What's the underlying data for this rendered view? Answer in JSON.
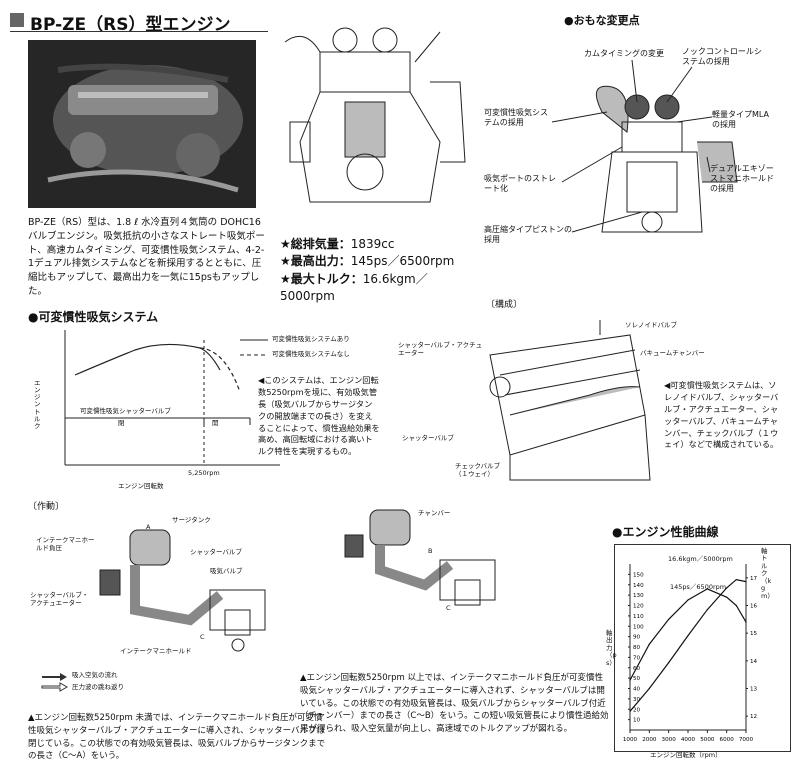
{
  "header": {
    "title": "BP-ZE（RS）型エンジン"
  },
  "intro": {
    "text": "BP-ZE（RS）型は、1.8 ℓ 水冷直列４気筒の DOHC16バルブエンジン。吸気抵抗の小さなストレート吸気ポート、高速カムタイミング、可変慣性吸気システム、4-2-1デュアル排気システムなどを新採用するとともに、圧縮比もアップして、最高出力を一気に15psもアップした。"
  },
  "specs": [
    {
      "label": "★総排気量：",
      "value": "1839cc"
    },
    {
      "label": "★最高出力：",
      "value": "145ps／6500rpm"
    },
    {
      "label": "★最大トルク：",
      "value": "16.6kgm／5000rpm"
    }
  ],
  "changes": {
    "title": "●おもな変更点",
    "labels": [
      "カムタイミングの変更",
      "ノックコントロールシステムの採用",
      "可変慣性吸気システムの採用",
      "軽量タイプMLAの採用",
      "吸気ポートのストレート化",
      "デュアルエキゾーストマニホールドの採用",
      "高圧縮タイプピストンの採用"
    ]
  },
  "vis": {
    "title": "●可変慣性吸気システム",
    "legend_on": "可変慣性吸気システムあり",
    "legend_off": "可変慣性吸気システムなし",
    "ylabel": "エンジントルク",
    "valve_label": "可変慣性吸気シャッターバルブ",
    "state1": "閉",
    "state2": "開",
    "rpm": "5,250rpm",
    "xlabel": "エンジン回転数",
    "desc": "◀このシステムは、エンジン回転数5250rpmを境に、有効吸気管長（吸気バルブからサージタンクの開放端までの長さ）を変えることによって、慣性過給効果を高め、高回転域における高いトルク特性を実現するもの。"
  },
  "config": {
    "title": "〔構成〕",
    "labels": [
      "ソレノイドバルブ",
      "シャッターバルブ・アクチュエーター",
      "バキュームチャンバー",
      "シャッターバルブ",
      "チェックバルブ（１ウェイ）"
    ],
    "desc": "◀可変慣性吸気システムは、ソレノイドバルブ、シャッターバルブ・アクチュエーター、シャッターバルブ、バキュームチャンバー、チェックバルブ（１ウェイ）などで構成されている。"
  },
  "operation": {
    "title": "〔作動〕",
    "labels": [
      "サージタンク",
      "インテークマニホールド負圧",
      "シャッターバルブ",
      "吸気バルブ",
      "シャッターバルブ・アクチュエーター",
      "インテークマニホールド",
      "チャンバー"
    ],
    "letters": [
      "A",
      "C",
      "B",
      "C"
    ],
    "legend1": "吸入空気の流れ",
    "legend2": "圧力波の跳ね返り",
    "caption1": "▲エンジン回転数5250rpm 未満では、インテークマニホールド負圧が可変慣性吸気シャッターバルブ・アクチュエーターに導入され、シャッターバルブは閉じている。この状態での有効吸気管長は、吸気バルブからサージタンクまでの長さ（C～A）をいう。",
    "caption2": "▲エンジン回転数5250rpm 以上では、インテークマニホールド負圧が可変慣性吸気シャッターバルブ・アクチュエーターに導入されず、シャッターバルブは開いている。この状態での有効吸気管長は、吸気バルブからシャッターバルブ付近（チャンバー）までの長さ（C～B）をいう。この短い吸気管長により慣性過給効果が得られ、吸入空気量が向上し、高速域でのトルクアップが図れる。"
  },
  "perf": {
    "title": "●エンジン性能曲線",
    "torque_annot": "16.6kgm／5000rpm",
    "power_annot": "145ps／6500rpm",
    "left_axis_label": "軸出力（ps）",
    "right_axis_label": "軸トルク（kgm）",
    "xlabel": "エンジン回転数（rpm）"
  },
  "chart_data": {
    "type": "line",
    "title": "エンジン性能曲線",
    "xlabel": "エンジン回転数（rpm）",
    "ylabel": "軸出力（ps）",
    "y2label": "軸トルク（kgm）",
    "x_ticks": [
      1000,
      2000,
      3000,
      4000,
      5000,
      6000,
      7000
    ],
    "y_ticks": [
      10,
      20,
      30,
      40,
      50,
      60,
      70,
      80,
      90,
      100,
      110,
      120,
      130,
      140,
      150
    ],
    "y2_ticks": [
      12,
      13,
      14,
      15,
      16,
      17
    ],
    "xlim": [
      1000,
      7000
    ],
    "ylim": [
      0,
      160
    ],
    "y2lim": [
      11.5,
      17.5
    ],
    "series": [
      {
        "name": "軸トルク",
        "axis": "right",
        "x": [
          1000,
          2000,
          3000,
          4000,
          5000,
          6000,
          6500,
          7000
        ],
        "y": [
          13.3,
          14.6,
          15.5,
          16.2,
          16.6,
          16.3,
          16.0,
          15.4
        ]
      },
      {
        "name": "軸出力",
        "axis": "left",
        "x": [
          1000,
          2000,
          3000,
          4000,
          5000,
          6000,
          6500,
          7000
        ],
        "y": [
          18,
          40,
          65,
          91,
          116,
          137,
          145,
          143
        ]
      }
    ]
  }
}
